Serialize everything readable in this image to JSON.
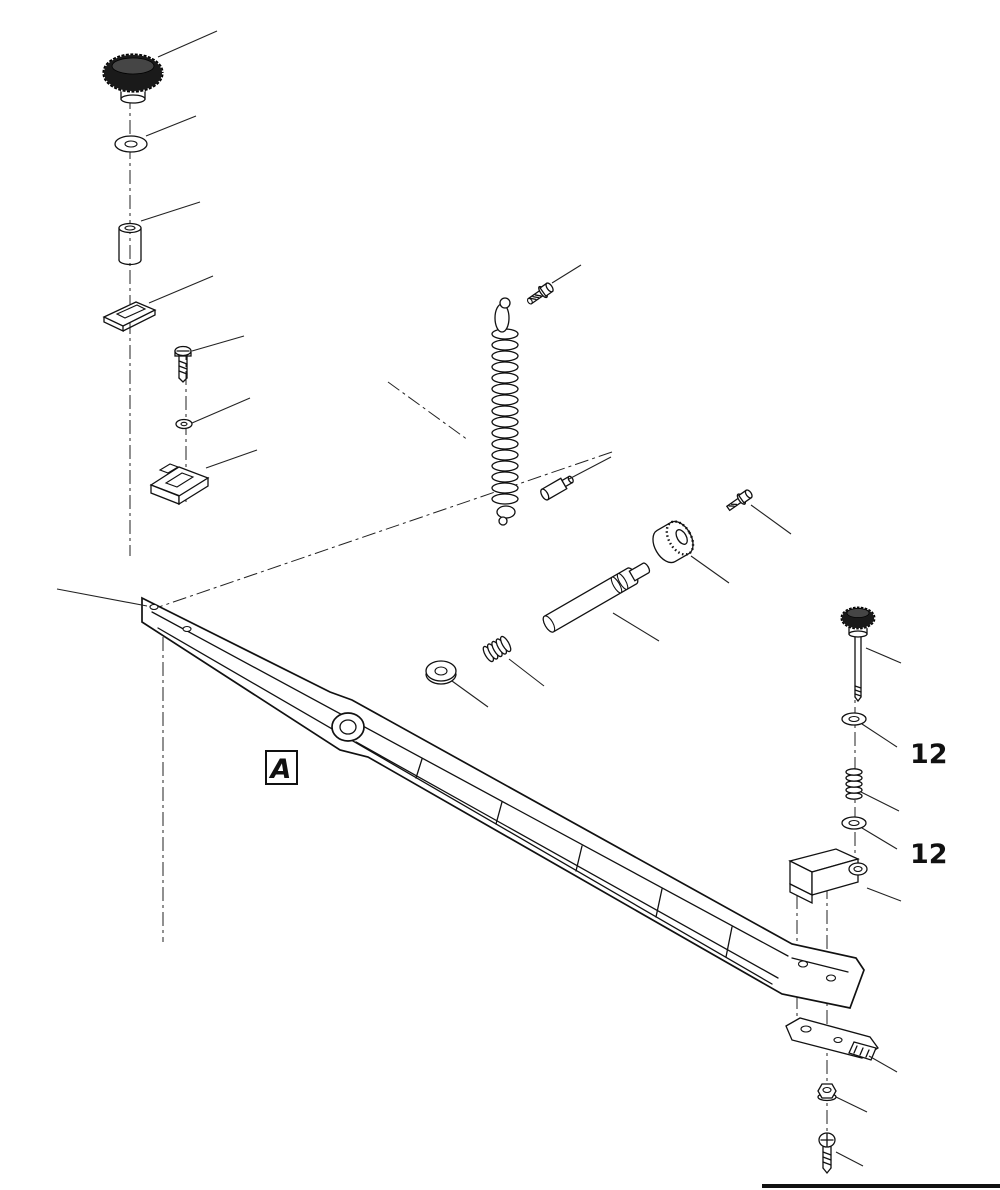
{
  "page": {
    "background": "#ffffff",
    "ink_color": "#111111"
  },
  "diagram": {
    "kind": "exploded-parts-diagram",
    "labels": {
      "view_marker": "A",
      "callout_upper": "12",
      "callout_lower": "12"
    },
    "parts": [
      "top-knob",
      "top-washer",
      "spacer-sleeve",
      "clamp-plate",
      "adjusting-screw",
      "small-washer",
      "retainer-clip",
      "tension-spring",
      "hook-bolt",
      "pivot-pin",
      "knurled-nut",
      "roller-shaft",
      "compression-spring",
      "flat-washer",
      "main-arm",
      "view-marker-a",
      "thumb-screw",
      "washer-12-upper",
      "small-spring",
      "washer-12-lower",
      "pivot-bracket",
      "anchor-plate",
      "hex-nut",
      "mounting-screw"
    ]
  }
}
